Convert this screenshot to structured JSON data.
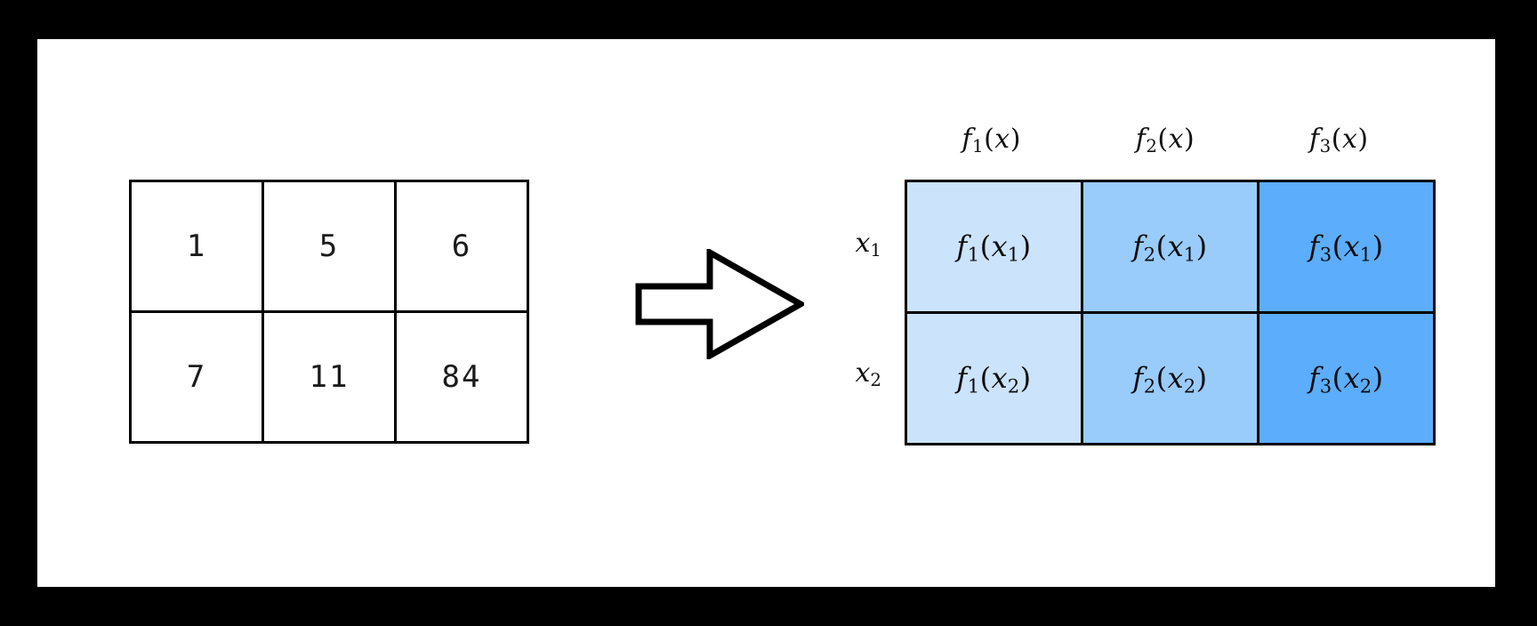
{
  "figure": {
    "kind": "feature-transformation-diagram",
    "border_color": "#000000",
    "canvas_color": "#ffffff"
  },
  "input_table": {
    "name": "raw-feature-values",
    "cell_fill": "#ffffff",
    "border_color": "#000000",
    "rows": [
      [
        "1",
        "5",
        "6"
      ],
      [
        "7",
        "11",
        "84"
      ]
    ]
  },
  "arrow": {
    "name": "transform-arrow",
    "direction": "right",
    "fill": "#ffffff",
    "stroke": "#000000"
  },
  "output_table": {
    "name": "transformed-feature-matrix",
    "border_color": "#000000",
    "column_headers": [
      {
        "fn": "f",
        "fn_index": "1",
        "arg": "x",
        "arg_index": "",
        "text": "f1(x)"
      },
      {
        "fn": "f",
        "fn_index": "2",
        "arg": "x",
        "arg_index": "",
        "text": "f2(x)"
      },
      {
        "fn": "f",
        "fn_index": "3",
        "arg": "x",
        "arg_index": "",
        "text": "f3(x)"
      }
    ],
    "row_labels": [
      {
        "var": "x",
        "index": "1",
        "text": "x1"
      },
      {
        "var": "x",
        "index": "2",
        "text": "x2"
      }
    ],
    "column_colors": [
      "#cce3fc",
      "#99ccfb",
      "#5cadfb"
    ],
    "cells": [
      [
        {
          "fn": "f",
          "fn_index": "1",
          "arg": "x",
          "arg_index": "1",
          "text": "f1(x1)"
        },
        {
          "fn": "f",
          "fn_index": "2",
          "arg": "x",
          "arg_index": "1",
          "text": "f2(x1)"
        },
        {
          "fn": "f",
          "fn_index": "3",
          "arg": "x",
          "arg_index": "1",
          "text": "f3(x1)"
        }
      ],
      [
        {
          "fn": "f",
          "fn_index": "1",
          "arg": "x",
          "arg_index": "2",
          "text": "f1(x2)"
        },
        {
          "fn": "f",
          "fn_index": "2",
          "arg": "x",
          "arg_index": "2",
          "text": "f2(x2)"
        },
        {
          "fn": "f",
          "fn_index": "3",
          "arg": "x",
          "arg_index": "2",
          "text": "f3(x2)"
        }
      ]
    ]
  }
}
